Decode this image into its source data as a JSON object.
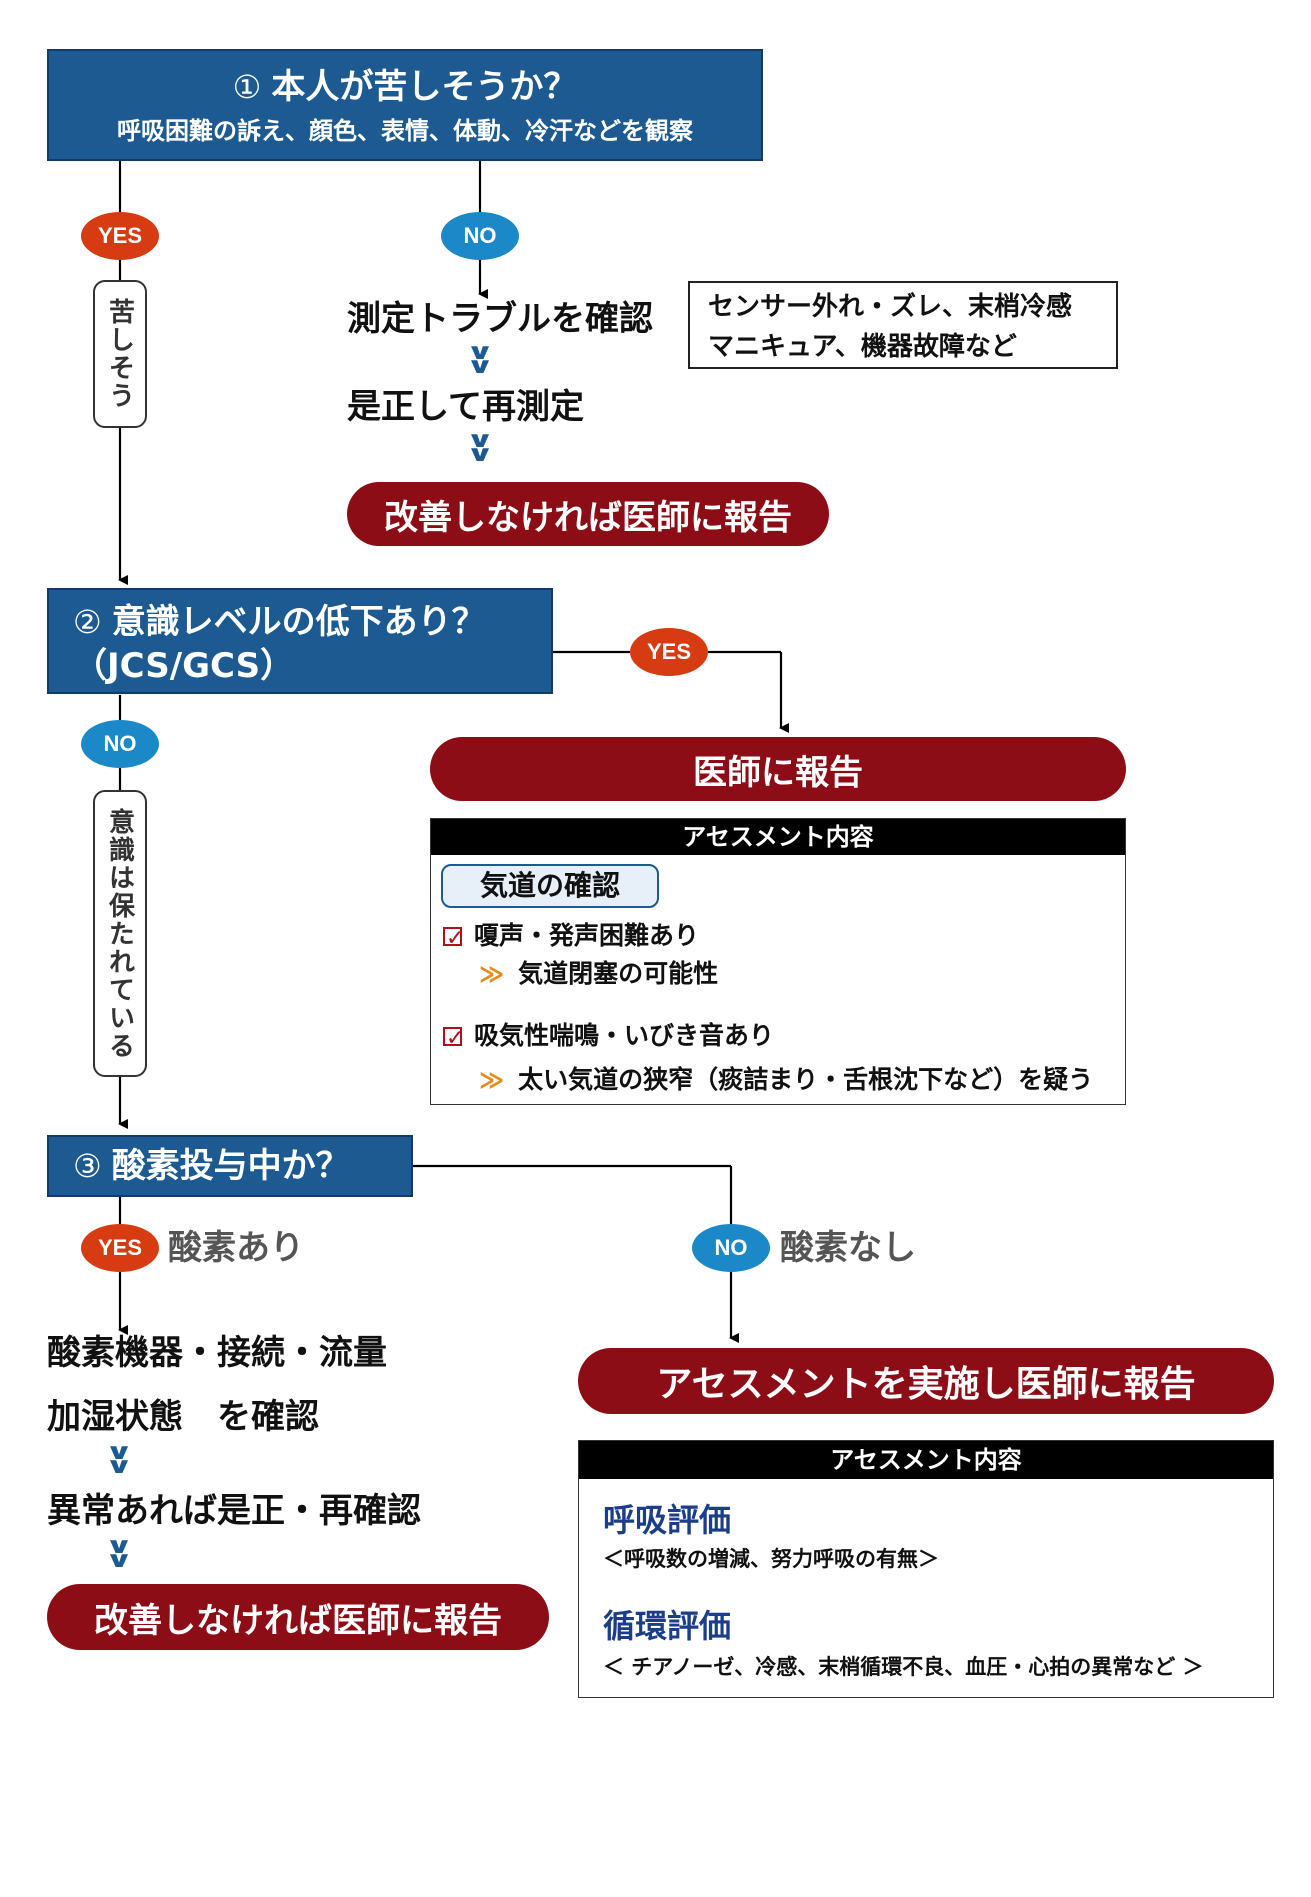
{
  "q1": {
    "number": "①",
    "title": "本人が苦しそうか？",
    "subtitle": "呼吸困難の訴え、顔色、表情、体動、冷汗などを観察"
  },
  "q1_yes_pill": "YES",
  "q1_no_pill": "NO",
  "q1_yes_label": "苦しそう",
  "q1_no": {
    "step1": "測定トラブルを確認",
    "note_line1": "センサー外れ・ズレ、末梢冷感",
    "note_line2": "マニキュア、機器故障など",
    "step2": "是正して再測定",
    "report": "改善しなければ医師に報告"
  },
  "q2": {
    "number": "②",
    "title": "意識レベルの低下あり？",
    "subtitle": "（JCS/GCS）"
  },
  "q2_yes_pill": "YES",
  "q2_no_pill": "NO",
  "q2_no_label": "意識は保たれている",
  "q2_yes": {
    "report": "医師に報告",
    "assess_header": "アセスメント内容",
    "tag": "気道の確認",
    "item1": "嗄声・発声困難あり",
    "item1_sub": "気道閉塞の可能性",
    "item2": "吸気性喘鳴・いびき音あり",
    "item2_sub": "太い気道の狭窄（痰詰まり・舌根沈下など）を疑う",
    "arrow_mark": "≫"
  },
  "q3": {
    "number": "③",
    "title": "酸素投与中か？"
  },
  "q3_yes_pill": "YES",
  "q3_yes_text": "酸素あり",
  "q3_no_pill": "NO",
  "q3_no_text": "酸素なし",
  "q3_yes": {
    "step1_line1": "酸素機器・接続・流量",
    "step1_line2": "加湿状態　を確認",
    "step2": "異常あれば是正・再確認",
    "report": "改善しなければ医師に報告"
  },
  "q3_no": {
    "report": "アセスメントを実施し医師に報告",
    "assess_header": "アセスメント内容",
    "eval1_title": "呼吸評価",
    "eval1_desc": "＜呼吸数の増減、努力呼吸の有無＞",
    "eval2_title": "循環評価",
    "eval2_desc": "＜ チアノーゼ、冷感、末梢循環不良、血圧・心拍の異常など ＞"
  },
  "colors": {
    "question_blue": "#1c5a91",
    "report_red": "#8c0d15",
    "yes_red": "#d63b12",
    "no_blue": "#1b88c8",
    "chevron_blue": "#1c5a91",
    "check_red": "#b1101a",
    "arrow_orange": "#e88a1a"
  },
  "icons": {
    "chevron": "double-chevron-down-icon",
    "check": "checkbox-checked-icon",
    "arrow": "double-arrow-right-icon"
  }
}
